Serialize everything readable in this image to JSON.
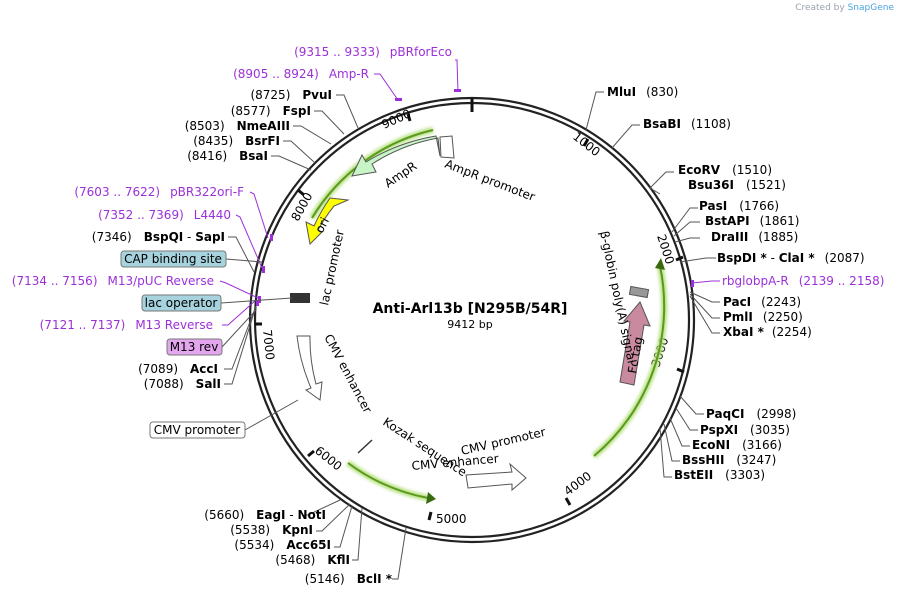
{
  "brand": {
    "created_by": "Created by",
    "app": "SnapGene"
  },
  "plasmid": {
    "name": "Anti-Arl13b [N295B/54R]",
    "length": "9412 bp",
    "total_bp": 9412
  },
  "ticks": [
    "1000",
    "2000",
    "3000",
    "4000",
    "5000",
    "6000",
    "7000",
    "8000",
    "9000"
  ],
  "enzymes": [
    {
      "name": "MluI",
      "pos": "(830)"
    },
    {
      "name": "BsaBI",
      "pos": "(1108)"
    },
    {
      "name": "EcoRV",
      "pos": "(1510)"
    },
    {
      "name": "Bsu36I",
      "pos": "(1521)"
    },
    {
      "name": "PasI",
      "pos": "(1766)"
    },
    {
      "name": "BstAPI",
      "pos": "(1861)"
    },
    {
      "name": "DraIII",
      "pos": "(1885)"
    },
    {
      "name": "BspDI *",
      "sep": " - ",
      "name2": "ClaI *",
      "pos": "(2087)"
    },
    {
      "name": "PacI",
      "pos": "(2243)"
    },
    {
      "name": "PmlI",
      "pos": "(2250)"
    },
    {
      "name": "XbaI *",
      "pos": "(2254)"
    },
    {
      "name": "PaqCI",
      "pos": "(2998)"
    },
    {
      "name": "PspXI",
      "pos": "(3035)"
    },
    {
      "name": "EcoNI",
      "pos": "(3166)"
    },
    {
      "name": "BssHII",
      "pos": "(3247)"
    },
    {
      "name": "BstEII",
      "pos": "(3303)"
    },
    {
      "name": "BclI *",
      "pos": "(5146)"
    },
    {
      "name": "KflI",
      "pos": "(5468)"
    },
    {
      "name": "Acc65I",
      "pos": "(5534)"
    },
    {
      "name": "KpnI",
      "pos": "(5538)"
    },
    {
      "name": "EagI",
      "sep": " - ",
      "name2": "NotI",
      "pos": "(5660)"
    },
    {
      "name": "SalI",
      "pos": "(7088)"
    },
    {
      "name": "AccI",
      "pos": "(7089)"
    },
    {
      "name": "BspQI",
      "sep": " - ",
      "name2": "SapI",
      "pos": "(7346)"
    },
    {
      "name": "BsaI",
      "pos": "(8416)"
    },
    {
      "name": "BsrFI",
      "pos": "(8435)"
    },
    {
      "name": "NmeAIII",
      "pos": "(8503)"
    },
    {
      "name": "FspI",
      "pos": "(8577)"
    },
    {
      "name": "PvuI",
      "pos": "(8725)"
    }
  ],
  "primers": [
    {
      "name": "pBRforEco",
      "range": "(9315 .. 9333)"
    },
    {
      "name": "Amp-R",
      "range": "(8905 .. 8924)"
    },
    {
      "name": "rbglobpA-R",
      "range": "(2139 .. 2158)"
    },
    {
      "name": "pBR322ori-F",
      "range": "(7603 .. 7622)"
    },
    {
      "name": "L4440",
      "range": "(7352 .. 7369)"
    },
    {
      "name": "M13/pUC Reverse",
      "range": "(7134 .. 7156)"
    },
    {
      "name": "M13 Reverse",
      "range": "(7121 .. 7137)"
    }
  ],
  "boxed_features": [
    {
      "name": "CAP binding site",
      "color": "#a6d3de"
    },
    {
      "name": "lac operator",
      "color": "#a6d3de"
    },
    {
      "name": "M13 rev",
      "color": "#e4a6ef"
    },
    {
      "name": "CMV promoter",
      "color": "#ffffff"
    }
  ],
  "features": [
    {
      "name": "AmpR promoter"
    },
    {
      "name": "AmpR"
    },
    {
      "name": "ori"
    },
    {
      "name": "lac promoter"
    },
    {
      "name": "CMV enhancer"
    },
    {
      "name": "Kozak sequence"
    },
    {
      "name": "CMV promoter"
    },
    {
      "name": "CMV enhancer"
    },
    {
      "name": "β-globin poly(A) signal"
    },
    {
      "name": "Fc tag"
    }
  ],
  "colors": {
    "backbone": "#222222",
    "enzyme_line": "#555555",
    "primer": "#9b30d9",
    "ampr": "#c8f5c8",
    "ori": "#ffff00",
    "fc_tag": "#c98aa0",
    "promoter": "#ffffff",
    "orf_arc": "#7ec544"
  }
}
